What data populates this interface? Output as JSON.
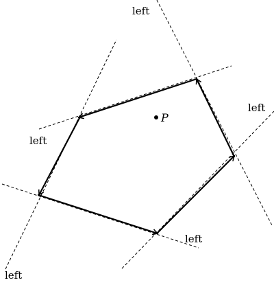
{
  "diagram": {
    "point_label": "P",
    "side_labels": [
      "left",
      "left",
      "left",
      "left",
      "left"
    ],
    "colors": {
      "stroke": "#000000",
      "background": "#ffffff"
    }
  }
}
